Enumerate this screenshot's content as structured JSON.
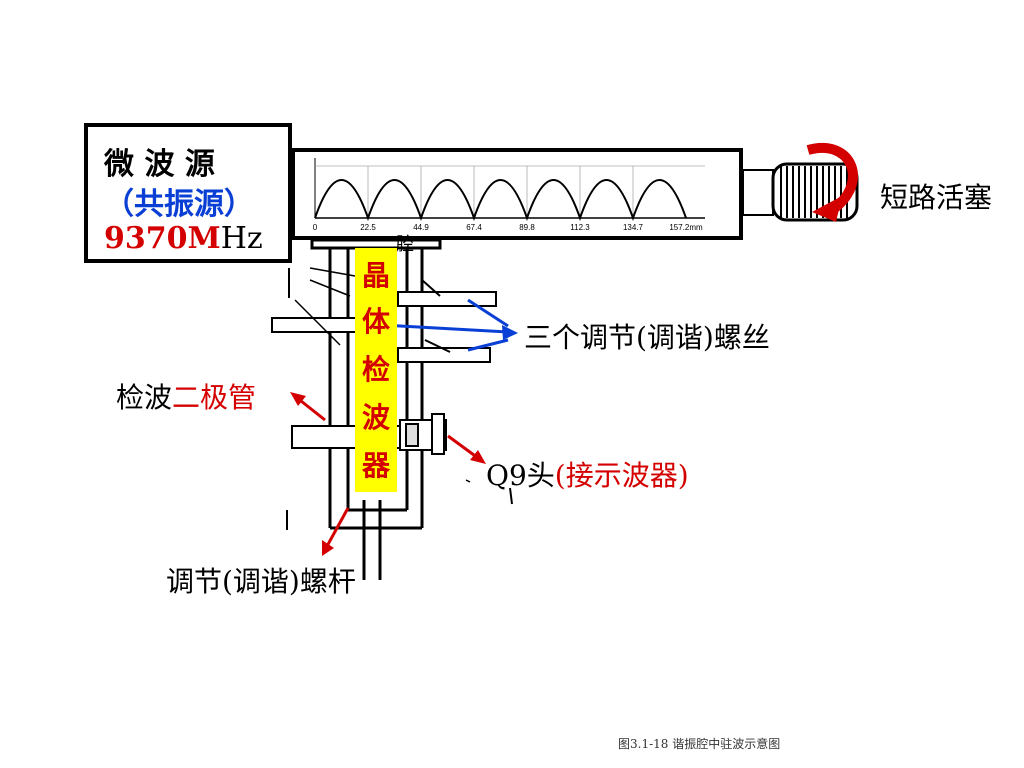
{
  "source": {
    "line1": "微  波  源",
    "line2": "（共振源）",
    "freq_value": "9370M",
    "freq_unit": "Hz"
  },
  "cavity": {
    "ticks": [
      "0",
      "22.5",
      "44.9",
      "67.4",
      "89.8",
      "112.3",
      "134.7",
      "157.2mm"
    ],
    "label": "腔"
  },
  "labels": {
    "short_plunger": "短路活塞",
    "three_screws": "三个调节(调谐)螺丝",
    "diode_black": "检波",
    "diode_red": "二极管",
    "q9_black": "Q9头",
    "q9_red": "(接示波器)",
    "rod": "调节(调谐)螺杆"
  },
  "detector": {
    "chars": [
      "晶",
      "体",
      "检",
      "波",
      "器"
    ]
  },
  "caption": "图3.1-18  谐振腔中驻波示意图",
  "colors": {
    "red": "#d40000",
    "blue": "#0a3fd6",
    "highlight": "#ffff00"
  }
}
